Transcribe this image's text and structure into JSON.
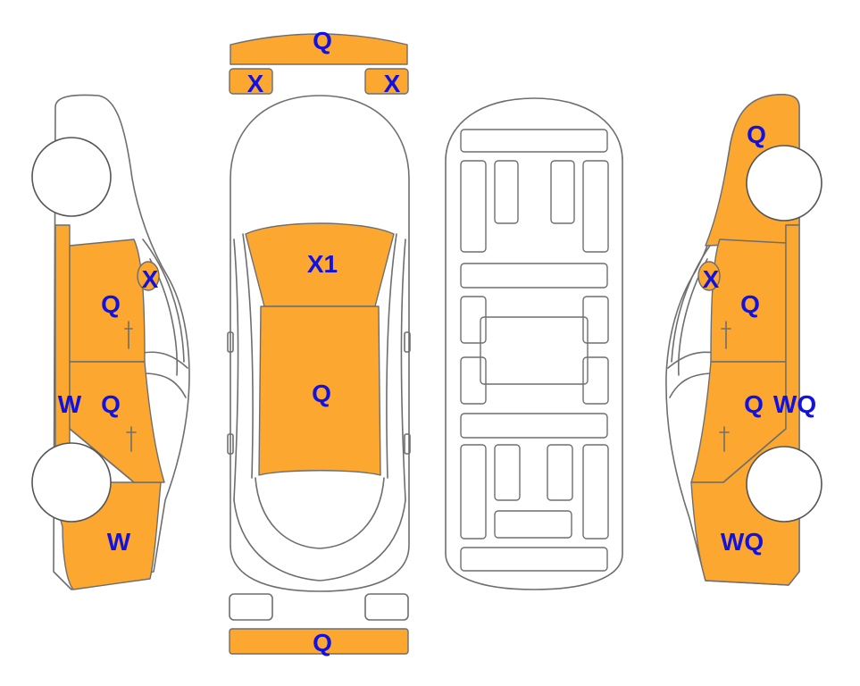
{
  "colors": {
    "damage_fill": "#FBA730",
    "label": "#1212E0",
    "outline": "#6e6e6e"
  },
  "labels": {
    "front_bumper": "Q",
    "left_headlight": "X",
    "right_headlight": "X",
    "hood": "X1",
    "roof": "Q",
    "rear_bumper": "Q",
    "left_mirror": "X",
    "left_front_door": "Q",
    "left_rear_door": "Q",
    "left_sill": "W",
    "left_rear_quarter": "W",
    "right_front_fender": "Q",
    "right_mirror": "X",
    "right_front_door": "Q",
    "right_rear_door": "Q",
    "right_sill": "WQ",
    "right_rear_quarter": "WQ"
  }
}
